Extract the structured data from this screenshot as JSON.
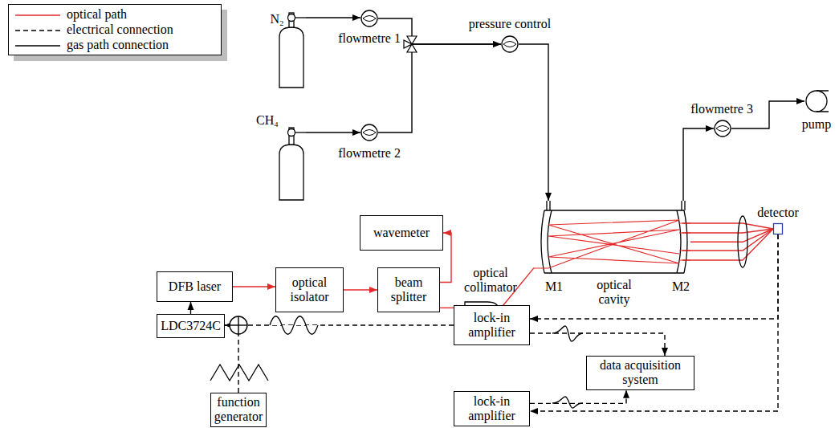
{
  "diagram": {
    "nodes": [
      {
        "text": [
          "wavemeter"
        ]
      },
      {
        "text": [
          "DFB laser"
        ]
      },
      {
        "text": [
          "optical isolator"
        ]
      },
      {
        "text": [
          "beam splitter"
        ]
      },
      {
        "text": [
          "optical collimator"
        ]
      },
      {
        "text": [
          "optical cavity"
        ]
      },
      {
        "text": [
          "detector"
        ]
      },
      {
        "text": [
          "LDC3724C"
        ]
      },
      {
        "text": [
          "lock-in amplifier"
        ]
      },
      {
        "text": [
          "data acquisition system"
        ]
      },
      {
        "text": [
          "lock-in amplifier"
        ]
      },
      {
        "text": [
          "function generator"
        ]
      },
      {
        "text": [
          "N₂"
        ]
      },
      {
        "text": [
          "CH₄"
        ]
      },
      {
        "text": [
          "flowmetre 1"
        ]
      },
      {
        "text": [
          "flowmetre 2"
        ]
      },
      {
        "text": [
          "pressure control"
        ]
      },
      {
        "text": [
          "flowmetre 3"
        ]
      },
      {
        "text": [
          "pump"
        ]
      }
    ],
    "edges": [
      {
        "from": 1,
        "to": 2,
        "arrow": "to"
      },
      {
        "from": 2,
        "to": 3,
        "arrow": "to"
      },
      {
        "from": 3,
        "to": 0,
        "arrow": "to"
      },
      {
        "from": 3,
        "to": 4,
        "arrow": "to"
      },
      {
        "from": 4,
        "to": 5,
        "arrow": "none"
      },
      {
        "from": 5,
        "to": 6,
        "arrow": "none"
      },
      {
        "from": 7,
        "to": 1,
        "arrow": "to"
      },
      {
        "from": 6,
        "to": 8,
        "arrow": "to"
      },
      {
        "from": 6,
        "to": 10,
        "arrow": "to"
      },
      {
        "from": 8,
        "to": 7,
        "arrow": "to"
      },
      {
        "from": 11,
        "to": 7,
        "arrow": "to"
      },
      {
        "from": 8,
        "to": 9,
        "arrow": "to"
      },
      {
        "from": 10,
        "to": 9,
        "arrow": "to"
      },
      {
        "from": 12,
        "to": 14,
        "arrow": "to"
      },
      {
        "from": 13,
        "to": 15,
        "arrow": "to"
      },
      {
        "from": 14,
        "to": 16,
        "arrow": "to"
      },
      {
        "from": 15,
        "to": 16,
        "arrow": "to"
      },
      {
        "from": 16,
        "to": 5,
        "arrow": "to"
      },
      {
        "from": 5,
        "to": 17,
        "arrow": "to"
      },
      {
        "from": 17,
        "to": 18,
        "arrow": "to"
      }
    ],
    "labels": [
      "M1",
      "M2"
    ],
    "legend": [
      {
        "text": "optical path"
      },
      {
        "text": "electrical connection"
      },
      {
        "text": "gas path connection"
      }
    ]
  }
}
